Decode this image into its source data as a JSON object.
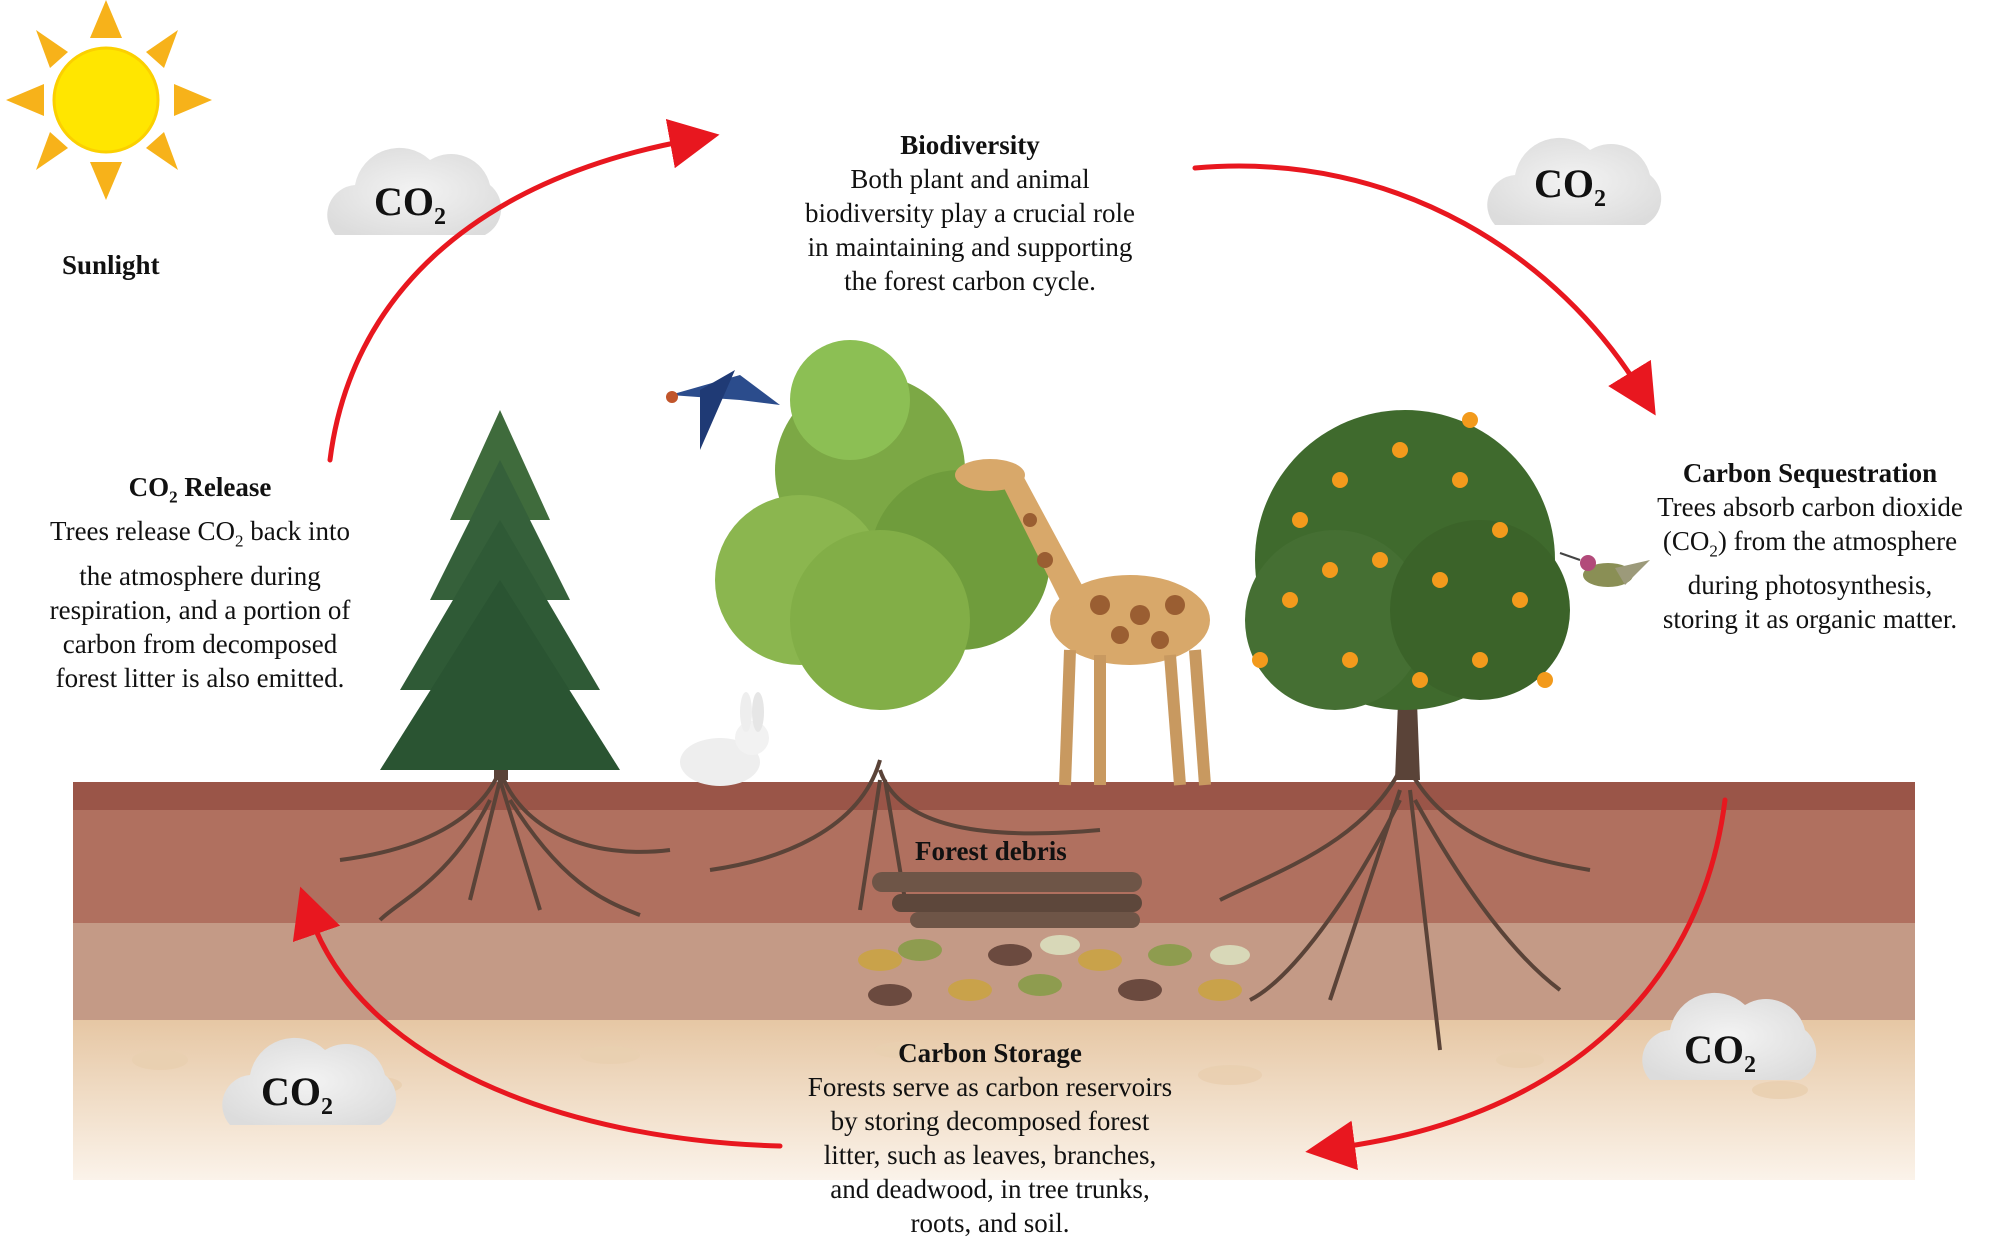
{
  "sunlight": {
    "label": "Sunlight"
  },
  "biodiversity": {
    "title": "Biodiversity",
    "lines": [
      "Both plant and animal",
      "biodiversity play a crucial role",
      "in maintaining and supporting",
      "the forest carbon cycle."
    ]
  },
  "release": {
    "title_prefix": "CO",
    "title_sub": "2",
    "title_suffix": " Release",
    "line1_prefix": "Trees release CO",
    "line1_sub": "2",
    "line1_suffix": " back into",
    "lines": [
      "the atmosphere during",
      "respiration, and a portion of",
      "carbon from decomposed",
      "forest litter is also emitted."
    ]
  },
  "sequestration": {
    "title": "Carbon Sequestration",
    "line1": "Trees absorb carbon dioxide",
    "line2_prefix": "(CO",
    "line2_sub": "2",
    "line2_suffix": ") from the atmosphere",
    "lines": [
      "during photosynthesis,",
      "storing it as organic matter."
    ]
  },
  "debris": {
    "label": "Forest debris"
  },
  "storage": {
    "title": "Carbon Storage",
    "lines": [
      "Forests serve as carbon reservoirs",
      "by storing decomposed forest",
      "litter, such as leaves, branches,",
      "and deadwood, in tree trunks,",
      "roots, and soil."
    ]
  },
  "co2_bubble": {
    "main": "CO",
    "sub": "2"
  },
  "colors": {
    "arrow": "#e8171f",
    "sun": "#ffe600",
    "sun_rays": "#f7b21a",
    "cloud": "#e6e6e6",
    "soil_top": "#9a5548",
    "soil_mid": "#b0705f",
    "soil_light": "#c9a08a",
    "soil_sand": "#e8cdab"
  }
}
